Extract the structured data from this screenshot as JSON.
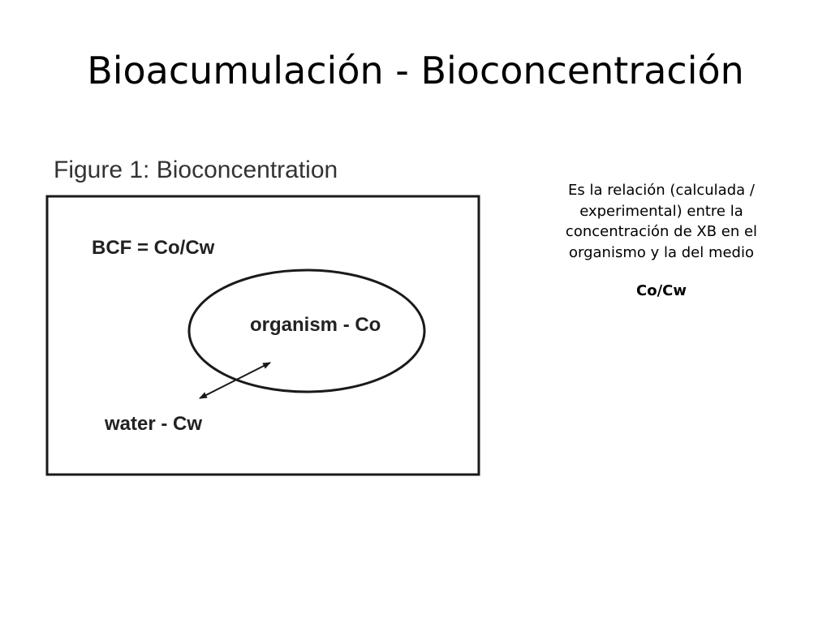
{
  "slide": {
    "title": "Bioacumulación - Bioconcentración"
  },
  "figure": {
    "caption": "Figure 1: Bioconcentration",
    "equation": "BCF = Co/Cw",
    "organism_label": "organism - Co",
    "water_label": "water - Cw",
    "arrow": "bidirectional"
  },
  "description": {
    "text": "Es la relación (calculada / experimental) entre la concentración de XB en el organismo y la del medio",
    "formula": "Co/Cw"
  },
  "colors": {
    "background": "#ffffff",
    "text": "#000000",
    "figure_stroke": "#1a1a1a"
  }
}
